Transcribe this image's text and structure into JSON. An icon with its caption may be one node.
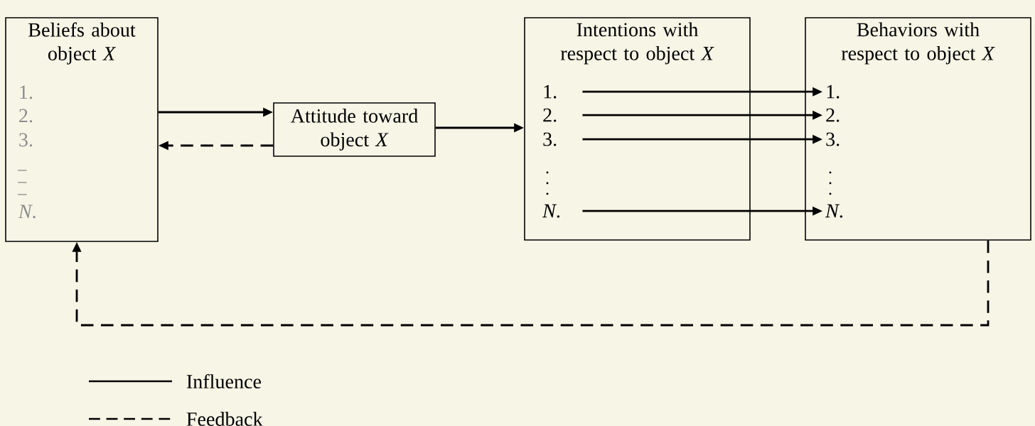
{
  "diagram": {
    "nodes": [
      {
        "text": [
          "Beliefs about object *X*"
        ]
      },
      {
        "text": [
          "Attitude toward object *X*"
        ]
      },
      {
        "text": [
          "Intentions with respect to object *X*"
        ]
      },
      {
        "text": [
          "Behaviors with respect to object *X*"
        ]
      },
      {
        "text": [
          "1."
        ],
        "in": 2
      },
      {
        "text": [
          "2."
        ],
        "in": 2
      },
      {
        "text": [
          "3."
        ],
        "in": 2
      },
      {
        "text": [
          "*N*."
        ],
        "in": 2
      },
      {
        "text": [
          "1."
        ],
        "in": 3
      },
      {
        "text": [
          "2."
        ],
        "in": 3
      },
      {
        "text": [
          "3."
        ],
        "in": 3
      },
      {
        "text": [
          "*N*."
        ],
        "in": 3
      }
    ],
    "edges": [
      {
        "from": 0,
        "to": 1,
        "arrow": "to"
      },
      {
        "from": 1,
        "to": 0,
        "arrow": "to",
        "style": "dashed"
      },
      {
        "from": 1,
        "to": 2,
        "arrow": "to"
      },
      {
        "from": 4,
        "to": 8,
        "arrow": "to"
      },
      {
        "from": 5,
        "to": 9,
        "arrow": "to"
      },
      {
        "from": 6,
        "to": 10,
        "arrow": "to"
      },
      {
        "from": 7,
        "to": 11,
        "arrow": "to"
      },
      {
        "from": 3,
        "to": 0,
        "arrow": "to",
        "style": "dashed"
      }
    ],
    "labels": [
      "1.",
      "2.",
      "3.",
      "*N*."
    ],
    "legend": [
      {
        "text": "Influence"
      },
      {
        "text": "Feedback"
      }
    ]
  }
}
